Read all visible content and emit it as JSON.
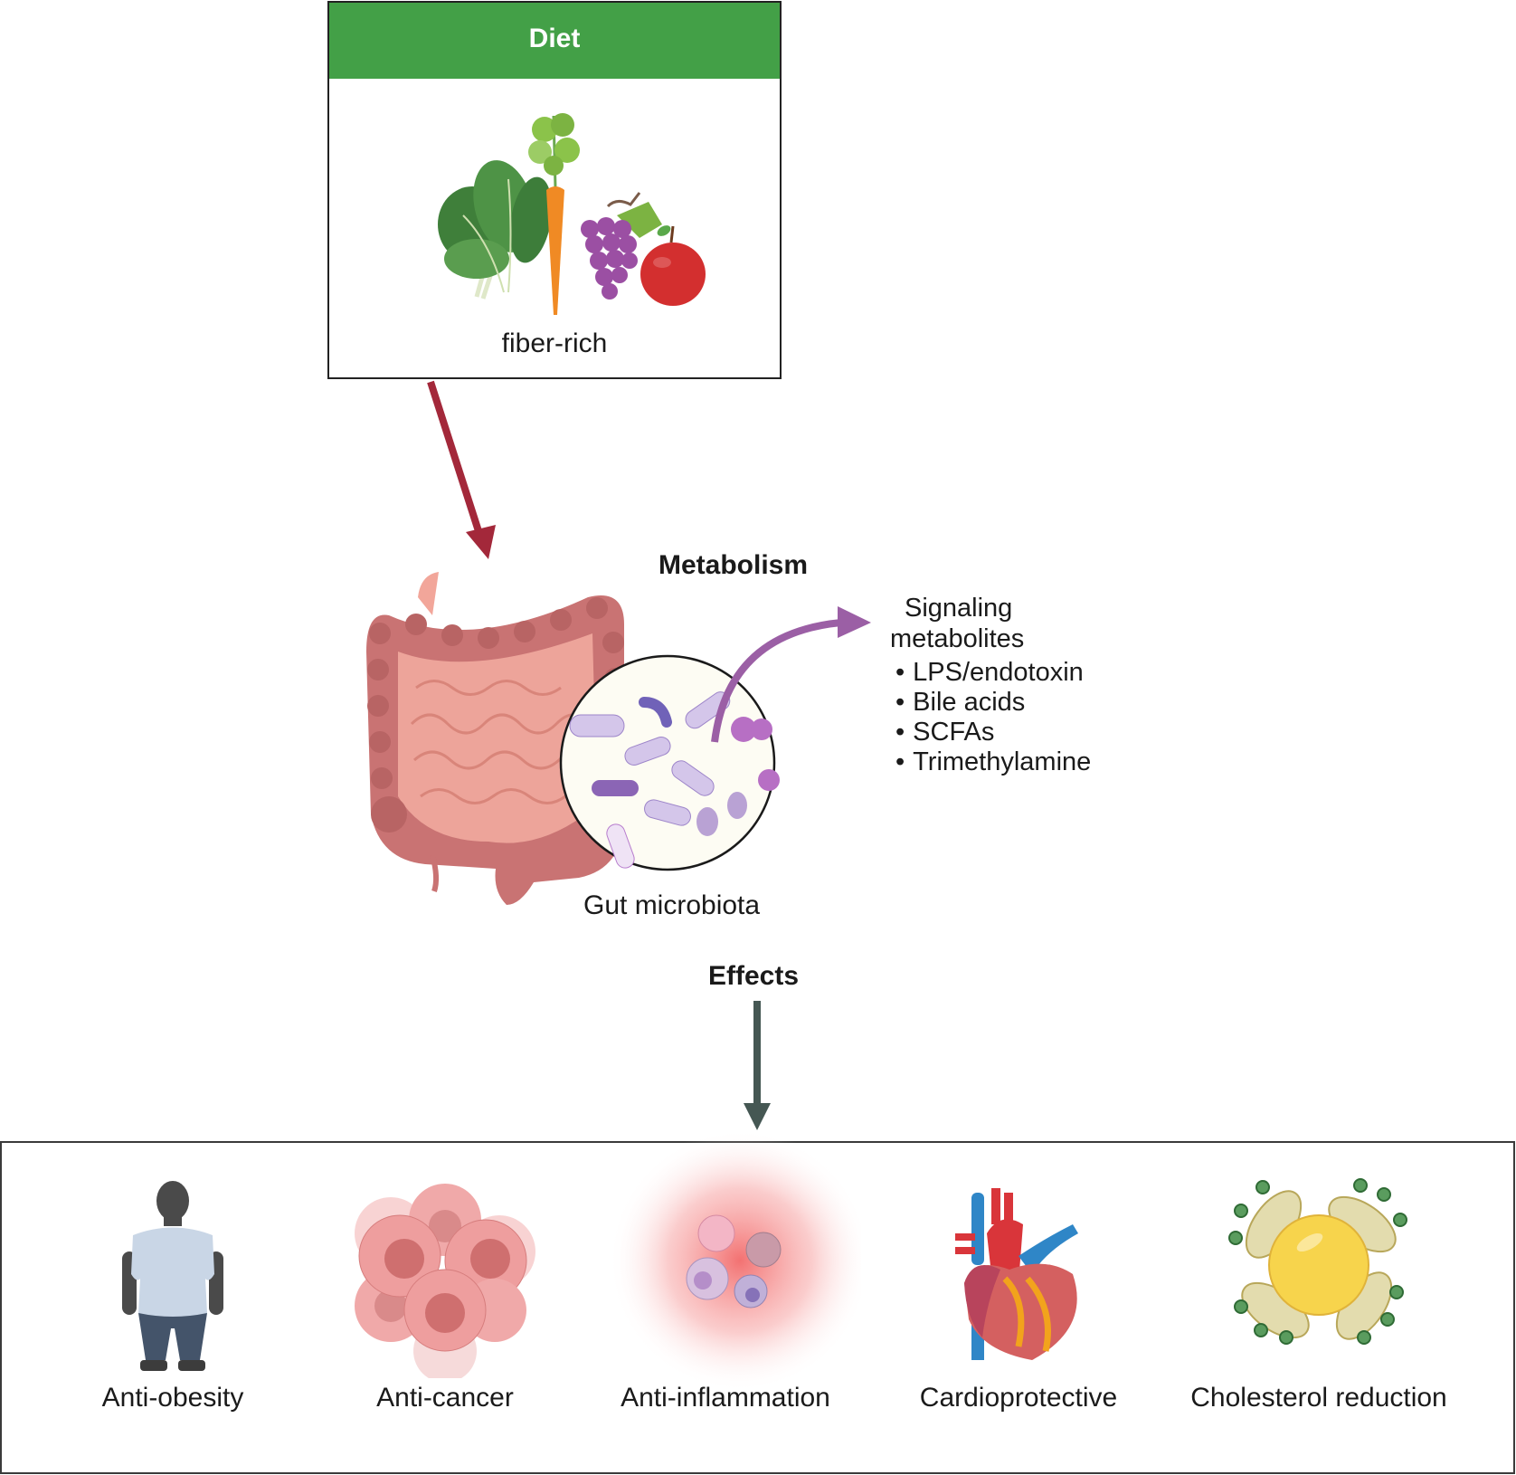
{
  "diet": {
    "title": "Diet",
    "label": "fiber-rich",
    "header_color": "#43a047",
    "icons": [
      "leafy-greens-icon",
      "carrot-icon",
      "grapes-icon",
      "apple-icon"
    ]
  },
  "gut": {
    "metabolism_heading": "Metabolism",
    "microbiota_label": "Gut microbiota",
    "icons": [
      "intestine-icon",
      "bacteria-magnifier-icon"
    ]
  },
  "metabolites": {
    "title_line1": "Signaling",
    "title_line2": "metabolites",
    "items": [
      "LPS/endotoxin",
      "Bile acids",
      "SCFAs",
      "Trimethylamine"
    ]
  },
  "effects": {
    "heading": "Effects",
    "items": [
      {
        "label": "Anti-obesity",
        "icon": "person-icon"
      },
      {
        "label": "Anti-cancer",
        "icon": "cancer-cells-icon"
      },
      {
        "label": "Anti-inflammation",
        "icon": "immune-cells-icon"
      },
      {
        "label": "Cardioprotective",
        "icon": "heart-icon"
      },
      {
        "label": "Cholesterol reduction",
        "icon": "lipoprotein-icon"
      }
    ]
  },
  "colors": {
    "diet_arrow": "#a3283a",
    "metabolite_arrow": "#9b5fa5",
    "effects_arrow": "#455753"
  }
}
